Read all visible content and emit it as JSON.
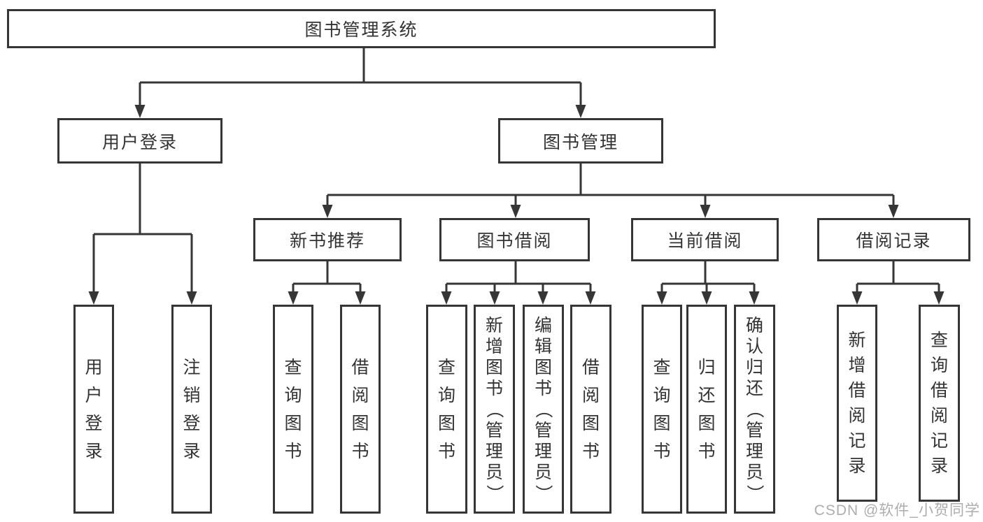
{
  "title": "图书管理系统",
  "level2": [
    {
      "label": "用户登录"
    },
    {
      "label": "图书管理"
    }
  ],
  "level3": [
    {
      "label": "新书推荐"
    },
    {
      "label": "图书借阅"
    },
    {
      "label": "当前借阅"
    },
    {
      "label": "借阅记录"
    }
  ],
  "leaves": {
    "user_login": [
      "用户登录",
      "注销登录"
    ],
    "new_book": [
      "查询图书",
      "借阅图书"
    ],
    "borrow": [
      "查询图书",
      "新增图书（管理员）",
      "编辑图书（管理员）",
      "借阅图书"
    ],
    "current": [
      "查询图书",
      "归还图书",
      "确认归还（管理员）"
    ],
    "records": [
      "新增借阅记录",
      "查询借阅记录"
    ]
  },
  "watermark": "CSDN @软件_小贺同学",
  "colors": {
    "line": "#363636",
    "text": "#333333",
    "watermark": "#adadad",
    "background": "#ffffff"
  }
}
